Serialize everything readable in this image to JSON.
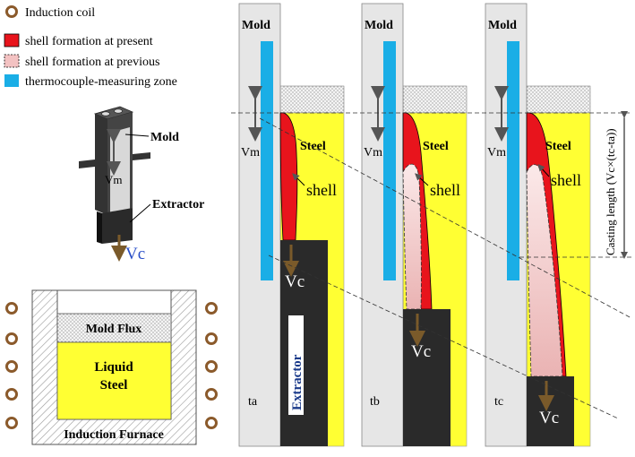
{
  "legend": {
    "items": [
      {
        "label": "Induction coil",
        "icon": "ring-icon",
        "color": "#8b5a2b"
      },
      {
        "label": "shell formation at present",
        "icon": "red-swatch-icon",
        "color": "#e8141c"
      },
      {
        "label": "shell formation at previous",
        "icon": "pink-dashed-swatch-icon",
        "color": "#f3c2c2"
      },
      {
        "label": "thermocouple-measuring zone",
        "icon": "blue-swatch-icon",
        "color": "#1aaee6"
      }
    ]
  },
  "setup": {
    "mold_label": "Mold",
    "vm_label": "Vm",
    "extractor_label": "Extractor",
    "vc_label": "Vc"
  },
  "furnace": {
    "mold_flux": "Mold Flux",
    "liquid_steel_line1": "Liquid",
    "liquid_steel_line2": "Steel",
    "title": "Induction Furnace"
  },
  "panels": [
    {
      "stage": "ta",
      "mold": "Mold",
      "vm": "Vm",
      "steel": "Steel",
      "shell": "shell",
      "vc": "Vc",
      "extractor": "Extractor"
    },
    {
      "stage": "tb",
      "mold": "Mold",
      "vm": "Vm",
      "steel": "Steel",
      "shell": "shell",
      "vc": "Vc"
    },
    {
      "stage": "tc",
      "mold": "Mold",
      "vm": "Vm",
      "steel": "Steel",
      "shell": "shell",
      "vc": "Vc"
    }
  ],
  "casting_length_label": "Casting length (Vc×(tc-ta))",
  "colors": {
    "steel_yellow": "#ffff33",
    "shell_red": "#e8141c",
    "previous_pink": "#f3c2c2",
    "thermo_blue": "#1aaee6",
    "mold_grey": "#e6e6e6",
    "extractor_black": "#2a2a2a",
    "arrow_brown": "#7a5a2a",
    "coil_brown": "#8b5a2b"
  }
}
